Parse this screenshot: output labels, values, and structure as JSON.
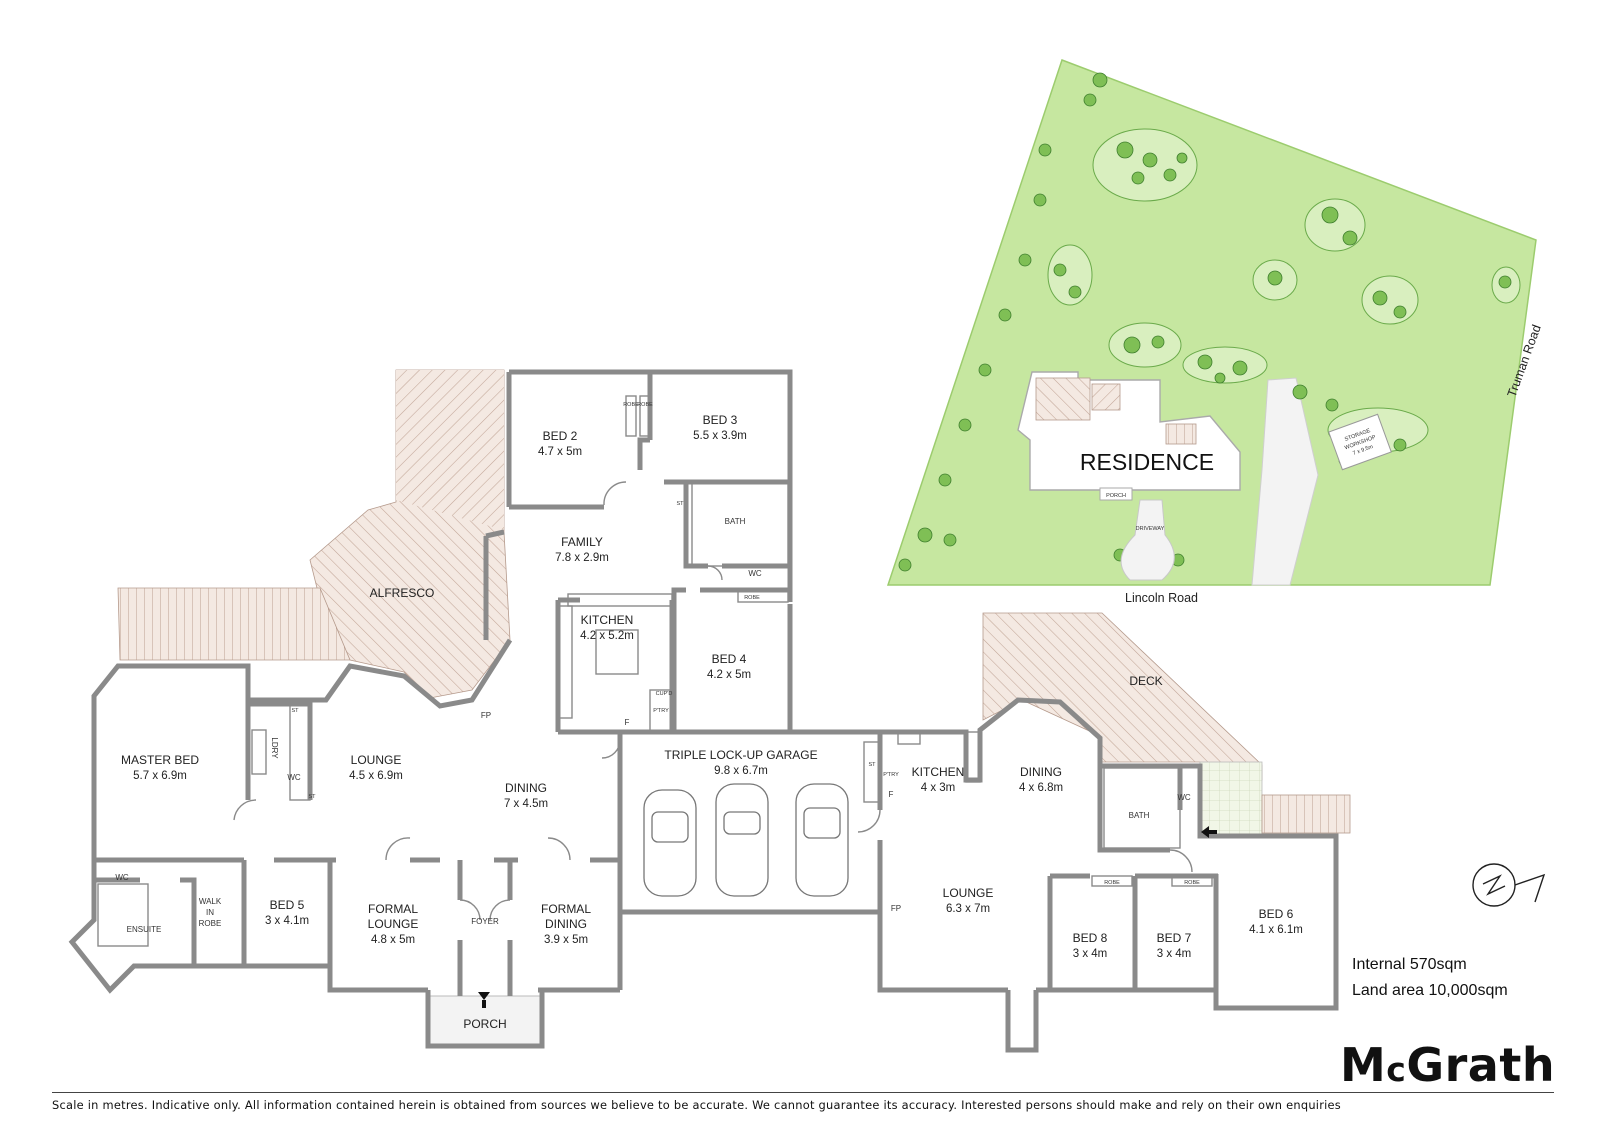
{
  "rooms": {
    "bed2": {
      "name": "BED 2",
      "dim": "4.7 x 5m"
    },
    "bed3": {
      "name": "BED 3",
      "dim": "5.5 x 3.9m"
    },
    "family": {
      "name": "FAMILY",
      "dim": "7.8 x 2.9m"
    },
    "bath_left": {
      "name": "BATH"
    },
    "wc_family": {
      "name": "WC"
    },
    "alfresco": {
      "name": "ALFRESCO"
    },
    "kitchen_left": {
      "name": "KITCHEN",
      "dim": "4.2 x 5.2m"
    },
    "bed4": {
      "name": "BED 4",
      "dim": "4.2 x 5m"
    },
    "master_bed": {
      "name": "MASTER BED",
      "dim": "5.7 x 6.9m"
    },
    "lounge_left": {
      "name": "LOUNGE",
      "dim": "4.5 x 6.9m"
    },
    "dining_left": {
      "name": "DINING",
      "dim": "7 x 4.5m"
    },
    "garage": {
      "name": "TRIPLE LOCK-UP GARAGE",
      "dim": "9.8 x 6.7m"
    },
    "kitchen_right": {
      "name": "KITCHEN",
      "dim": "4 x 3m"
    },
    "dining_right": {
      "name": "DINING",
      "dim": "4 x 6.8m"
    },
    "deck": {
      "name": "DECK"
    },
    "bath_right": {
      "name": "BATH"
    },
    "wc_right": {
      "name": "WC"
    },
    "ldry": {
      "name": "LDRY"
    },
    "wc_ldry": {
      "name": "WC"
    },
    "wc_ensuite": {
      "name": "WC"
    },
    "ensuite": {
      "name": "ENSUITE"
    },
    "walk_in_robe": {
      "line1": "WALK",
      "line2": "IN",
      "line3": "ROBE"
    },
    "bed5": {
      "name": "BED 5",
      "dim": "3 x 4.1m"
    },
    "formal_lounge": {
      "name1": "FORMAL",
      "name2": "LOUNGE",
      "dim": "4.8 x 5m"
    },
    "foyer": {
      "name": "FOYER"
    },
    "formal_dining": {
      "name1": "FORMAL",
      "name2": "DINING",
      "dim": "3.9 x 5m"
    },
    "porch": {
      "name": "PORCH"
    },
    "lounge_right": {
      "name": "LOUNGE",
      "dim": "6.3 x 7m"
    },
    "bed8": {
      "name": "BED 8",
      "dim": "3 x 4m"
    },
    "bed7": {
      "name": "BED 7",
      "dim": "3 x 4m"
    },
    "bed6": {
      "name": "BED 6",
      "dim": "4.1 x 6.1m"
    }
  },
  "fixtures": {
    "robe": "ROBE",
    "st": "ST",
    "ptry": "P'TRY",
    "cupd": "CUP'D",
    "fp": "FP",
    "f": "F"
  },
  "site": {
    "residence": "RESIDENCE",
    "porch": "PORCH",
    "driveway": "DRIVEWAY",
    "storage_line1": "STORAGE",
    "storage_line2": "WORKSHOP",
    "storage_dim": "7 x 9.5m",
    "road_bottom": "Lincoln Road",
    "road_right": "Truman Road"
  },
  "areas": {
    "internal": "Internal 570sqm",
    "land": "Land area 10,000sqm"
  },
  "brand": {
    "logo_m": "M",
    "logo_c": "c",
    "logo_rest": "Grath"
  },
  "disclaimer": "Scale in metres. Indicative only. All information contained herein is obtained from sources we believe to be accurate. We cannot guarantee its accuracy. Interested persons should make and rely on their own enquiries",
  "colors": {
    "wall": "#8a8a8a",
    "deck_fill": "#f2e6df",
    "deck_line": "#b59a8c",
    "grass": "#c6e7a0",
    "tree": "#4f9a3b"
  },
  "icons": {
    "north": "north-arrow-icon",
    "entry": "entry-arrow-icon"
  }
}
